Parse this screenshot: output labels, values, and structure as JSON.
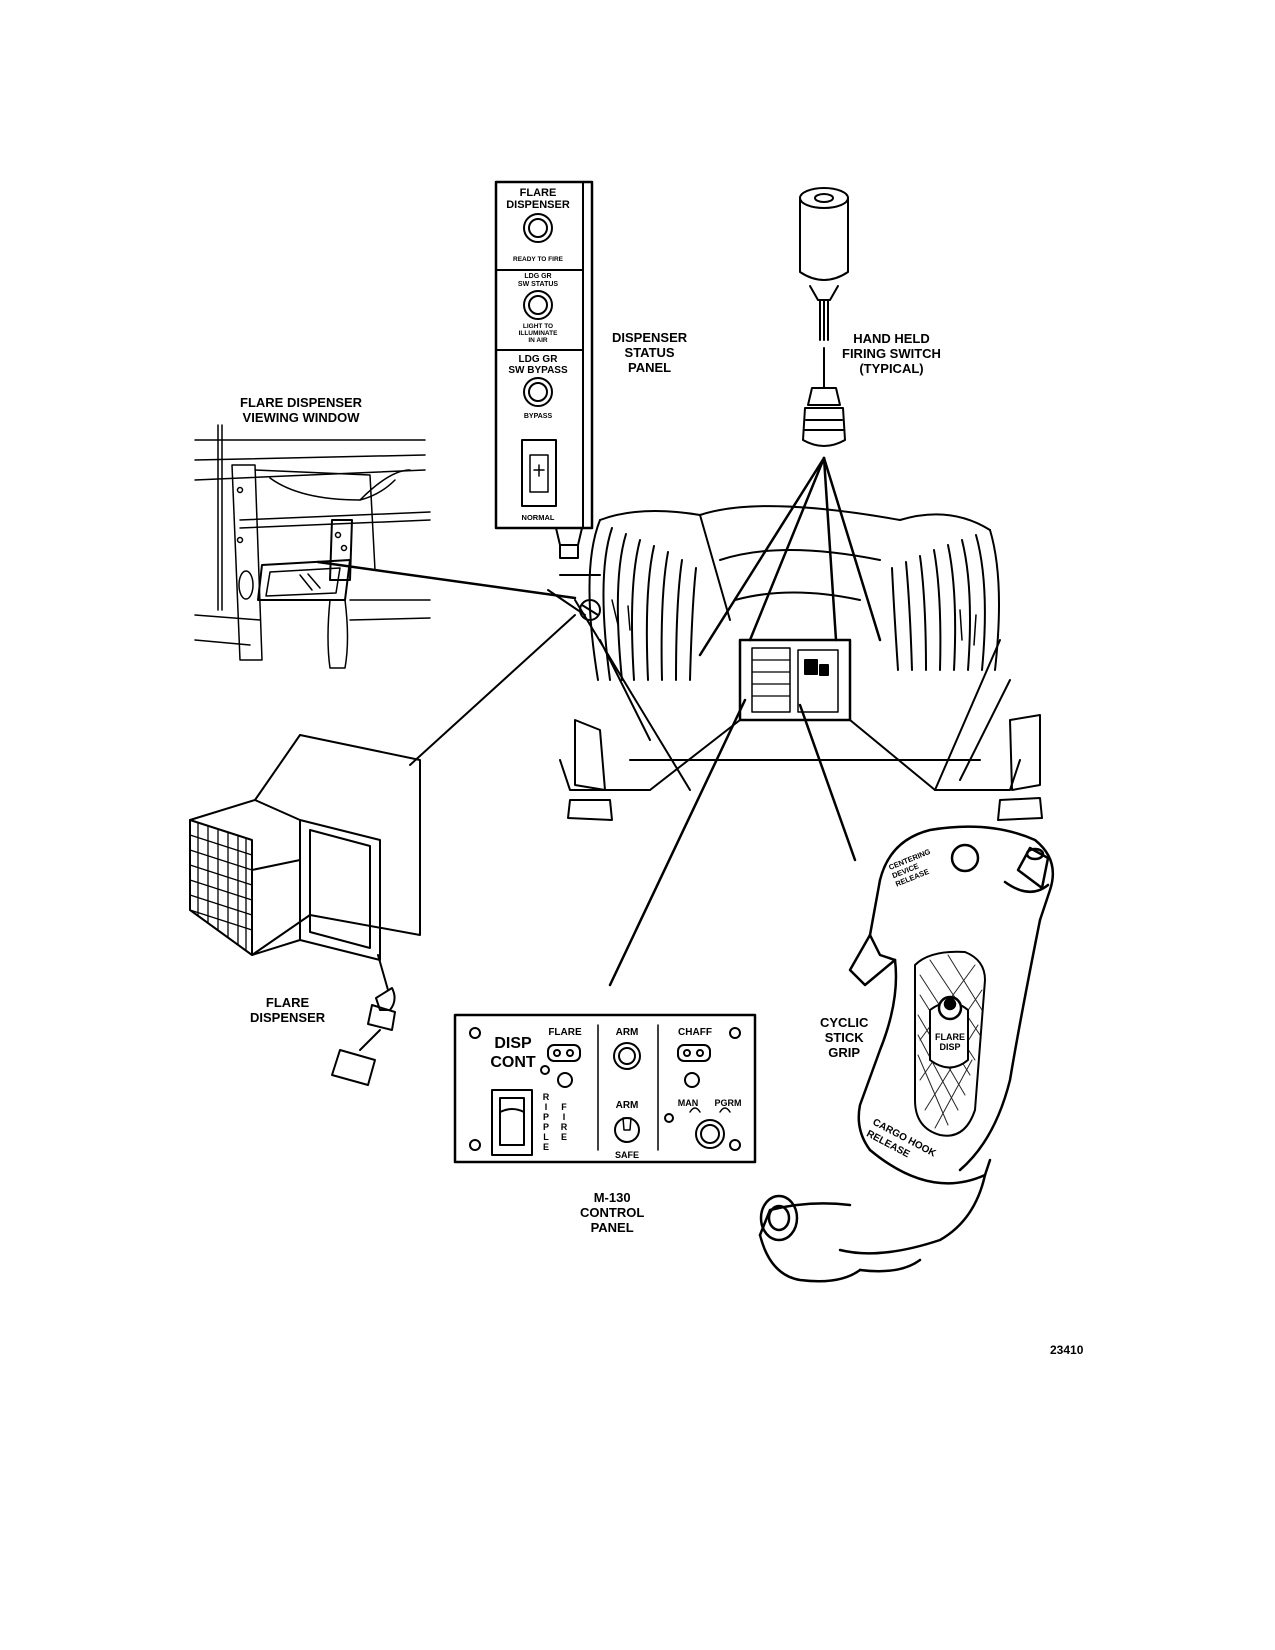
{
  "callouts": {
    "dispenser_status_panel": [
      "DISPENSER",
      "STATUS",
      "PANEL"
    ],
    "hand_held_firing_switch": [
      "HAND HELD",
      "FIRING SWITCH",
      "(TYPICAL)"
    ],
    "viewing_window": [
      "FLARE DISPENSER",
      "VIEWING WINDOW"
    ],
    "flare_dispenser": [
      "FLARE",
      "DISPENSER"
    ],
    "cyclic_stick_grip": [
      "CYCLIC",
      "STICK",
      "GRIP"
    ],
    "control_panel": [
      "M-130",
      "CONTROL",
      "PANEL"
    ]
  },
  "status_panel": {
    "section1_title": [
      "FLARE",
      "DISPENSER"
    ],
    "section1_caption": "READY TO FIRE",
    "section2_title": [
      "LDG GR",
      "SW STATUS"
    ],
    "section2_caption": [
      "LIGHT TO",
      "ILLUMINATE",
      "IN AIR"
    ],
    "section3_title": [
      "LDG GR",
      "SW BYPASS"
    ],
    "section3_caption": "BYPASS",
    "switch_caption": "NORMAL"
  },
  "m130_panel": {
    "title": [
      "DISP",
      "CONT"
    ],
    "flare": "FLARE",
    "arm_top": "ARM",
    "chaff": "CHAFF",
    "arm_mid": "ARM",
    "safe": "SAFE",
    "man": "MAN",
    "pgrm": "PGRM",
    "ripple": "RIPPLE",
    "fire": "FIRE"
  },
  "grip": {
    "centering": [
      "CENTERING",
      "DEVICE",
      "RELEASE"
    ],
    "flare_disp": [
      "FLARE",
      "DISP"
    ],
    "cargo_hook": [
      "CARGO HOOK",
      "RELEASE"
    ]
  },
  "figure_number": "23410"
}
